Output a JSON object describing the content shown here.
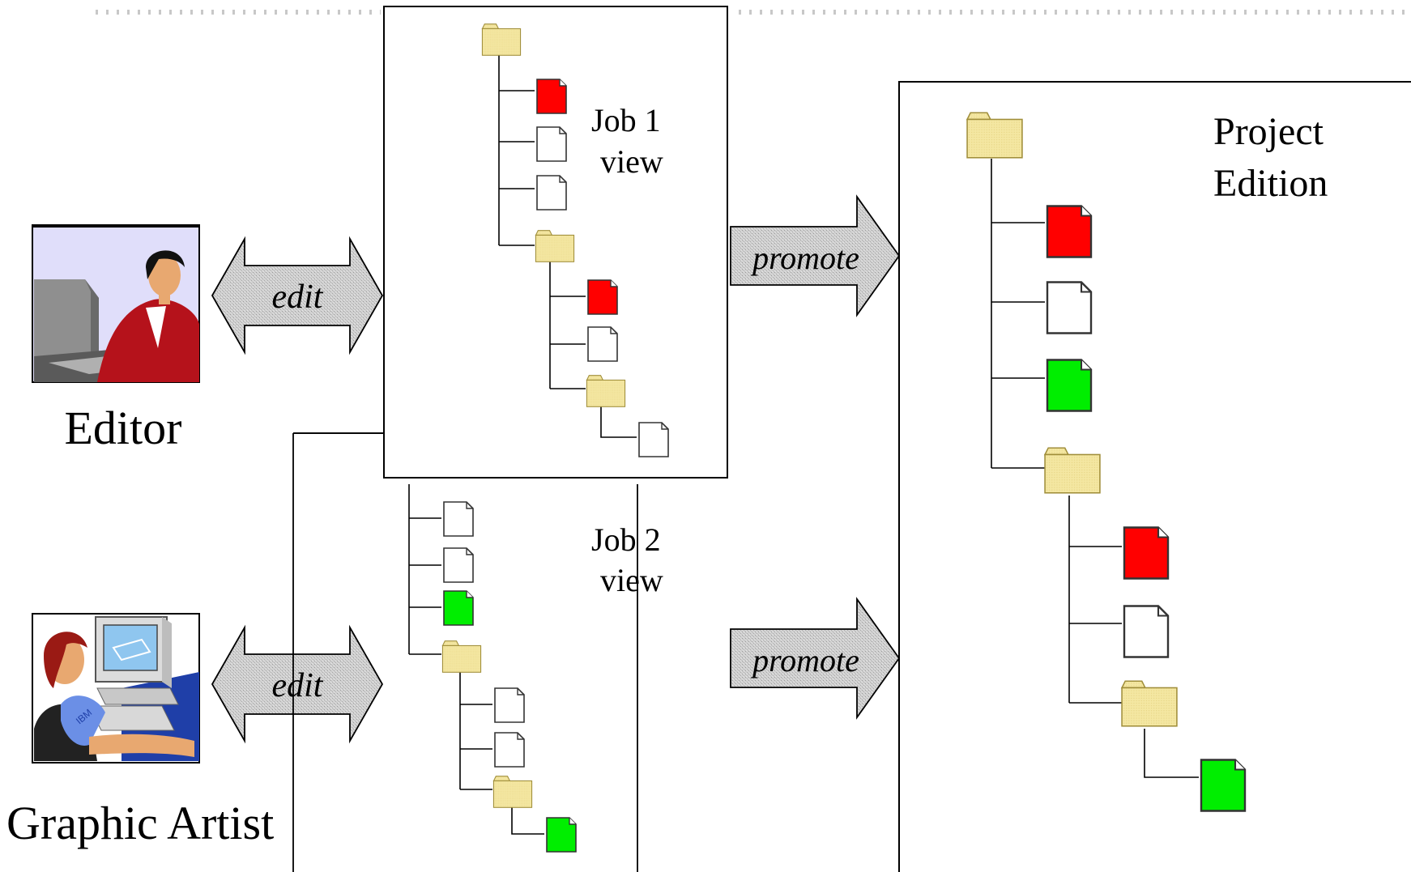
{
  "actors": {
    "editor": {
      "label": "Editor",
      "icon": "editor-person-at-computer-icon"
    },
    "artist": {
      "label": "Graphic Artist",
      "icon": "graphic-artist-at-computer-icon"
    }
  },
  "arrows": {
    "edit_label": "edit",
    "promote_label": "promote"
  },
  "views": {
    "job1": {
      "line1": "Job 1",
      "line2": "view"
    },
    "job2": {
      "line1": "Job 2",
      "line2": "view"
    }
  },
  "project": {
    "line1": "Project",
    "line2": "Edition"
  },
  "colors": {
    "red_file": "#ff0000",
    "green_file": "#00ee00",
    "white_file": "#ffffff",
    "folder": "#f3e59c",
    "arrow_fill": "#c8c8c8"
  }
}
